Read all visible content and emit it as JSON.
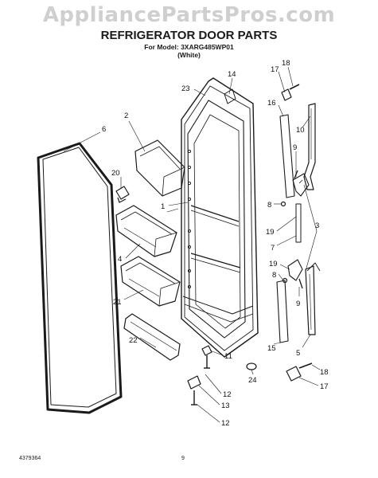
{
  "header": {
    "watermark": "AppliancePartsPros.com",
    "title": "REFRIGERATOR DOOR PARTS",
    "model_line": "For Model: 3XARG485WP01",
    "color_line": "(White)"
  },
  "footer": {
    "doc_code": "4379364",
    "page_number": "9"
  },
  "callouts": {
    "c1": "1",
    "c2": "2",
    "c3": "3",
    "c4": "4",
    "c5": "5",
    "c6": "6",
    "c7": "7",
    "c8a": "8",
    "c8b": "8",
    "c9a": "9",
    "c9b": "9",
    "c10": "10",
    "c11": "11",
    "c12a": "12",
    "c12b": "12",
    "c13": "13",
    "c14": "14",
    "c15": "15",
    "c16": "16",
    "c17a": "17",
    "c17b": "17",
    "c18a": "18",
    "c18b": "18",
    "c19a": "19",
    "c19b": "19",
    "c20": "20",
    "c21": "21",
    "c22": "22",
    "c23": "23",
    "c24": "24"
  }
}
